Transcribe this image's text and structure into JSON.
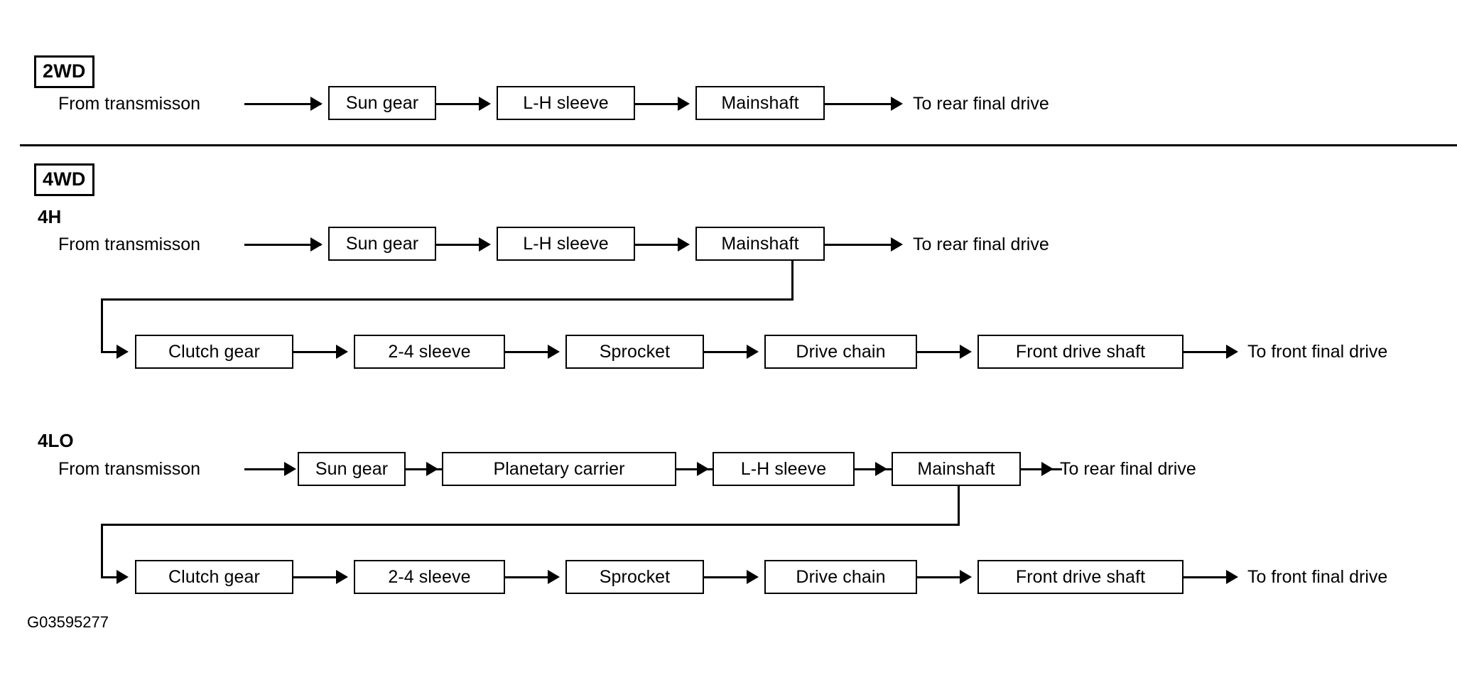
{
  "caption": "G03595277",
  "sections": [
    {
      "badge": "2WD",
      "rows": [
        {
          "source_label": "From transmisson",
          "nodes": [
            "Sun gear",
            "L-H sleeve",
            "Mainshaft"
          ],
          "terminal": "To rear final drive"
        }
      ]
    },
    {
      "badge": "4WD",
      "modes": [
        {
          "label": "4H",
          "main_row": {
            "source_label": "From transmisson",
            "nodes": [
              "Sun gear",
              "L-H sleeve",
              "Mainshaft"
            ],
            "terminal": "To rear final drive"
          },
          "branch_row": {
            "nodes": [
              "Clutch gear",
              "2-4 sleeve",
              "Sprocket",
              "Drive chain",
              "Front drive shaft"
            ],
            "terminal": "To front final drive"
          }
        },
        {
          "label": "4LO",
          "main_row": {
            "source_label": "From transmisson",
            "nodes": [
              "Sun gear",
              "Planetary carrier",
              "L-H sleeve",
              "Mainshaft"
            ],
            "terminal": "To rear final drive"
          },
          "branch_row": {
            "nodes": [
              "Clutch gear",
              "2-4 sleeve",
              "Sprocket",
              "Drive chain",
              "Front drive shaft"
            ],
            "terminal": "To front final drive"
          }
        }
      ]
    }
  ]
}
